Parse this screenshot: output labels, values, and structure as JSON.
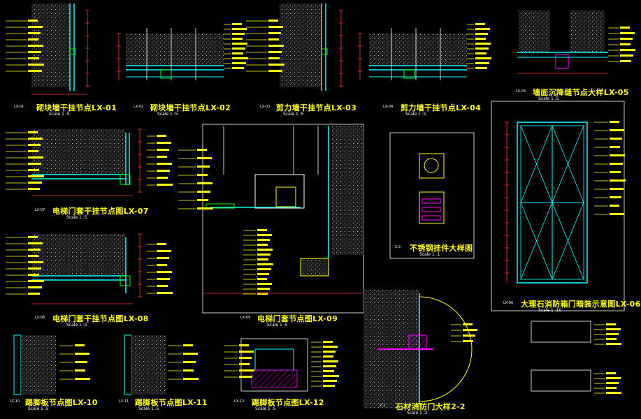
{
  "colors": {
    "background": "#000000",
    "title": "#ffff00",
    "frame": "#ffffff",
    "wall": "#00ffff",
    "dimension": "#ff3333",
    "leader": "#ffff00",
    "accent": "#ff00ff",
    "anchor": "#00ff00"
  },
  "details": [
    {
      "title": "砌块墙干挂节点LX-01",
      "scale": "Scale 1 :5",
      "tag": "LX-01"
    },
    {
      "title": "砌块墙干挂节点LX-02",
      "scale": "Scale 1 :5",
      "tag": "LX-02"
    },
    {
      "title": "剪力墙干挂节点LX-03",
      "scale": "Scale 1 :5",
      "tag": "LX-03"
    },
    {
      "title": "剪力墙干挂节点LX-04",
      "scale": "Scale 1 :5",
      "tag": "LX-04"
    },
    {
      "title": "墙面沉降缝节点大样LX-05",
      "scale": "Scale 1 :5",
      "tag": "LX-05"
    },
    {
      "title": "电梯门套干挂节点图LX-07",
      "scale": "Scale 1 :5",
      "tag": "LX-07"
    },
    {
      "title": "电梯门套干挂节点图LX-08",
      "scale": "Scale 1 :5",
      "tag": "LX-08"
    },
    {
      "title": "电梯门套节点图LX-09",
      "scale": "Scale 1 :5",
      "tag": "LX-09"
    },
    {
      "title": "不锈钢挂件大样图",
      "scale": "Scale 1 :1",
      "tag": "S-2"
    },
    {
      "title": "大理石消防箱门暗装示意图LX-06",
      "scale": "Scale 1 :10",
      "tag": "LX-06"
    },
    {
      "title": "踢脚板节点图LX-10",
      "scale": "Scale 1 :5",
      "tag": "LX-10"
    },
    {
      "title": "踢脚板节点图LX-11",
      "scale": "Scale 1 :5",
      "tag": "LX-11"
    },
    {
      "title": "踢脚板节点图LX-12",
      "scale": "Scale 1 :5",
      "tag": "LX-12"
    },
    {
      "title": "石材消防门大样2-2",
      "scale": "Scale 1 :2",
      "tag": "2-2"
    }
  ]
}
